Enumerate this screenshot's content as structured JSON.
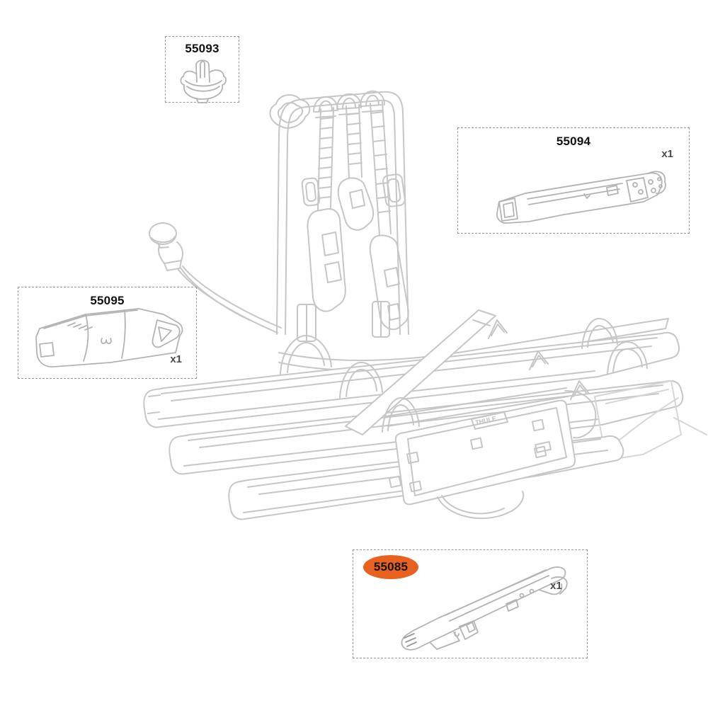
{
  "canvas": {
    "background": "#ffffff"
  },
  "colors": {
    "line": "#c6c6c6",
    "line_dark": "#b3b3b3",
    "box_border": "#979797",
    "part_number_text": "#111111",
    "qty_text": "#4a4a4a",
    "highlight": "#e8611f"
  },
  "callouts": [
    {
      "part_number": "55093"
    },
    {
      "part_number": "55094",
      "qty": "x1"
    },
    {
      "part_number": "55095",
      "qty": "x1"
    },
    {
      "part_number": "55085",
      "qty": "x1",
      "highlighted": true
    }
  ],
  "main_drawing": {
    "plate_logo": "THULE"
  }
}
